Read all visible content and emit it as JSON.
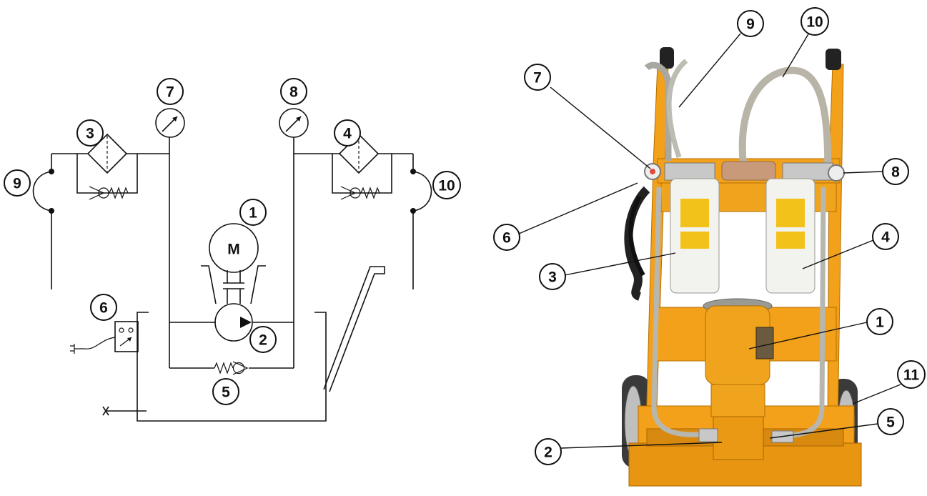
{
  "schematic": {
    "motor_label": "M",
    "callouts": [
      "1",
      "2",
      "3",
      "4",
      "5",
      "6",
      "7",
      "8",
      "9",
      "10"
    ]
  },
  "photo": {
    "callouts": [
      "1",
      "2",
      "3",
      "4",
      "5",
      "6",
      "7",
      "8",
      "9",
      "10",
      "11"
    ]
  },
  "colors": {
    "frame_yellow": "#f3a11a",
    "filter_white": "#f2f2ee",
    "label_yellow": "#f2c21a",
    "line": "#111111"
  }
}
